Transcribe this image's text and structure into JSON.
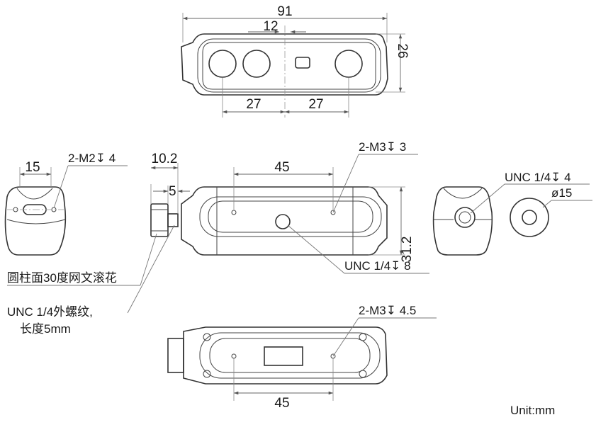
{
  "dimensions": {
    "top_width": "91",
    "top_spacing": "12",
    "top_height": "26",
    "top_left_offset": "27",
    "top_right_offset": "27",
    "side_width": "15",
    "knob_length": "10.2",
    "knob_thread": "5",
    "front_hole_spacing": "45",
    "front_height": "31.2",
    "bottom_hole_spacing": "45"
  },
  "callouts": {
    "side_holes": "2-M2↧ 4",
    "front_holes": "2-M3↧ 3",
    "front_center_thread": "UNC 1/4↧ 8",
    "end_thread": "UNC 1/4↧ 4",
    "washer_diameter": "ø15",
    "knurl_note": "圆柱面30度网文滚花",
    "thread_note_line1": "UNC 1/4外螺纹,",
    "thread_note_line2": "长度5mm",
    "bottom_holes": "2-M3↧ 4.5"
  },
  "units": "Unit:mm"
}
